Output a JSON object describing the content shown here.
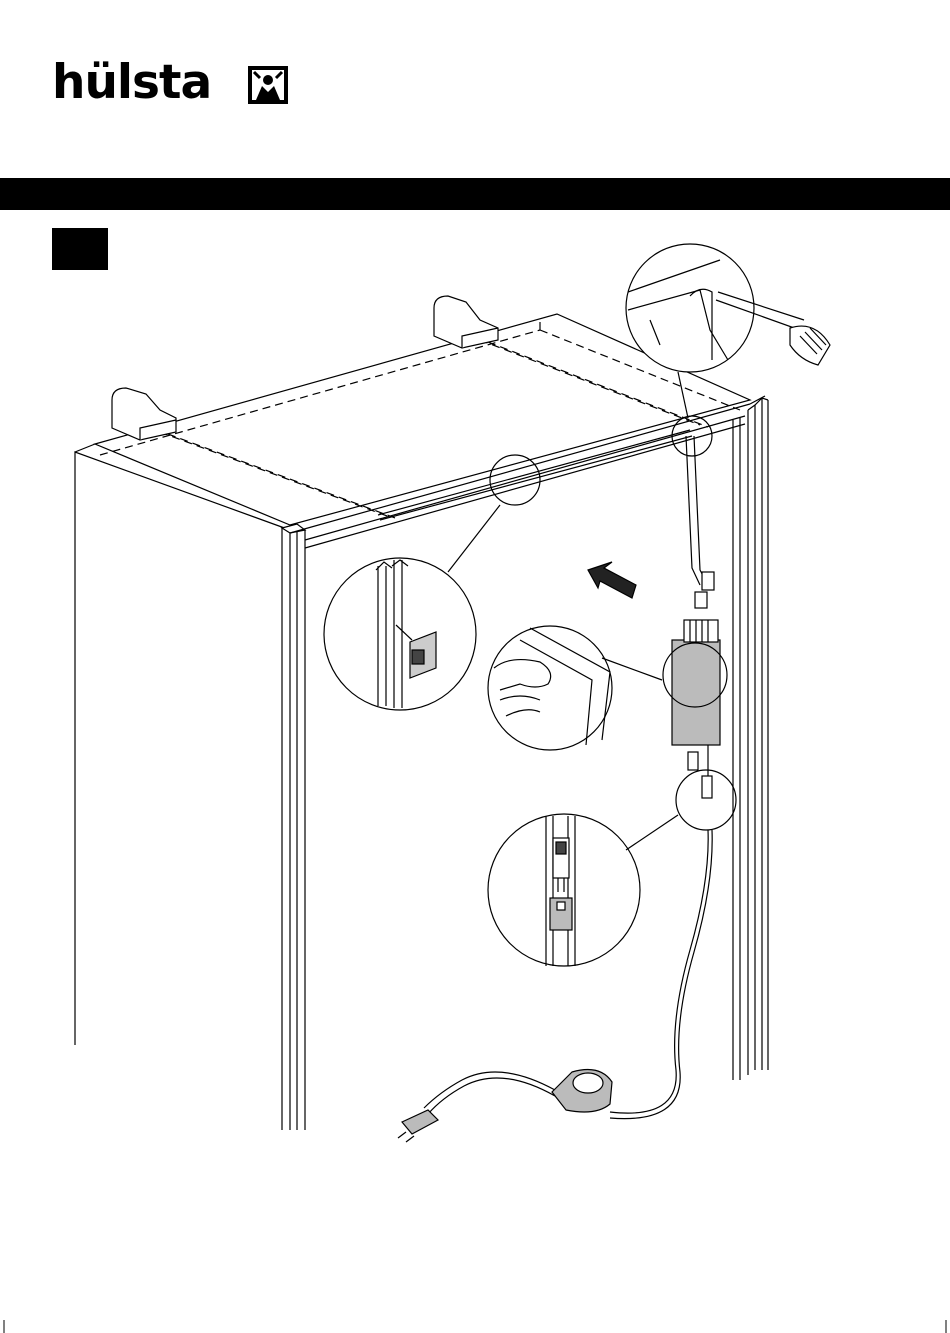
{
  "brand": {
    "wordmark": "hülsta",
    "logo_icon": "hulsta-emblem-icon"
  },
  "header_bar": {
    "color": "#000000"
  },
  "step": {
    "number": ""
  },
  "illustration": {
    "subject": "wardrobe-lighting-installation",
    "icons": [
      "wardrobe-carcass",
      "lifting-arm-icon",
      "screwdriver-icon",
      "cable-clip-icon",
      "transformer-icon",
      "hand-icon",
      "plug-connector-icon",
      "dimmer-switch-icon",
      "power-plug-icon",
      "direction-arrow-icon"
    ]
  }
}
